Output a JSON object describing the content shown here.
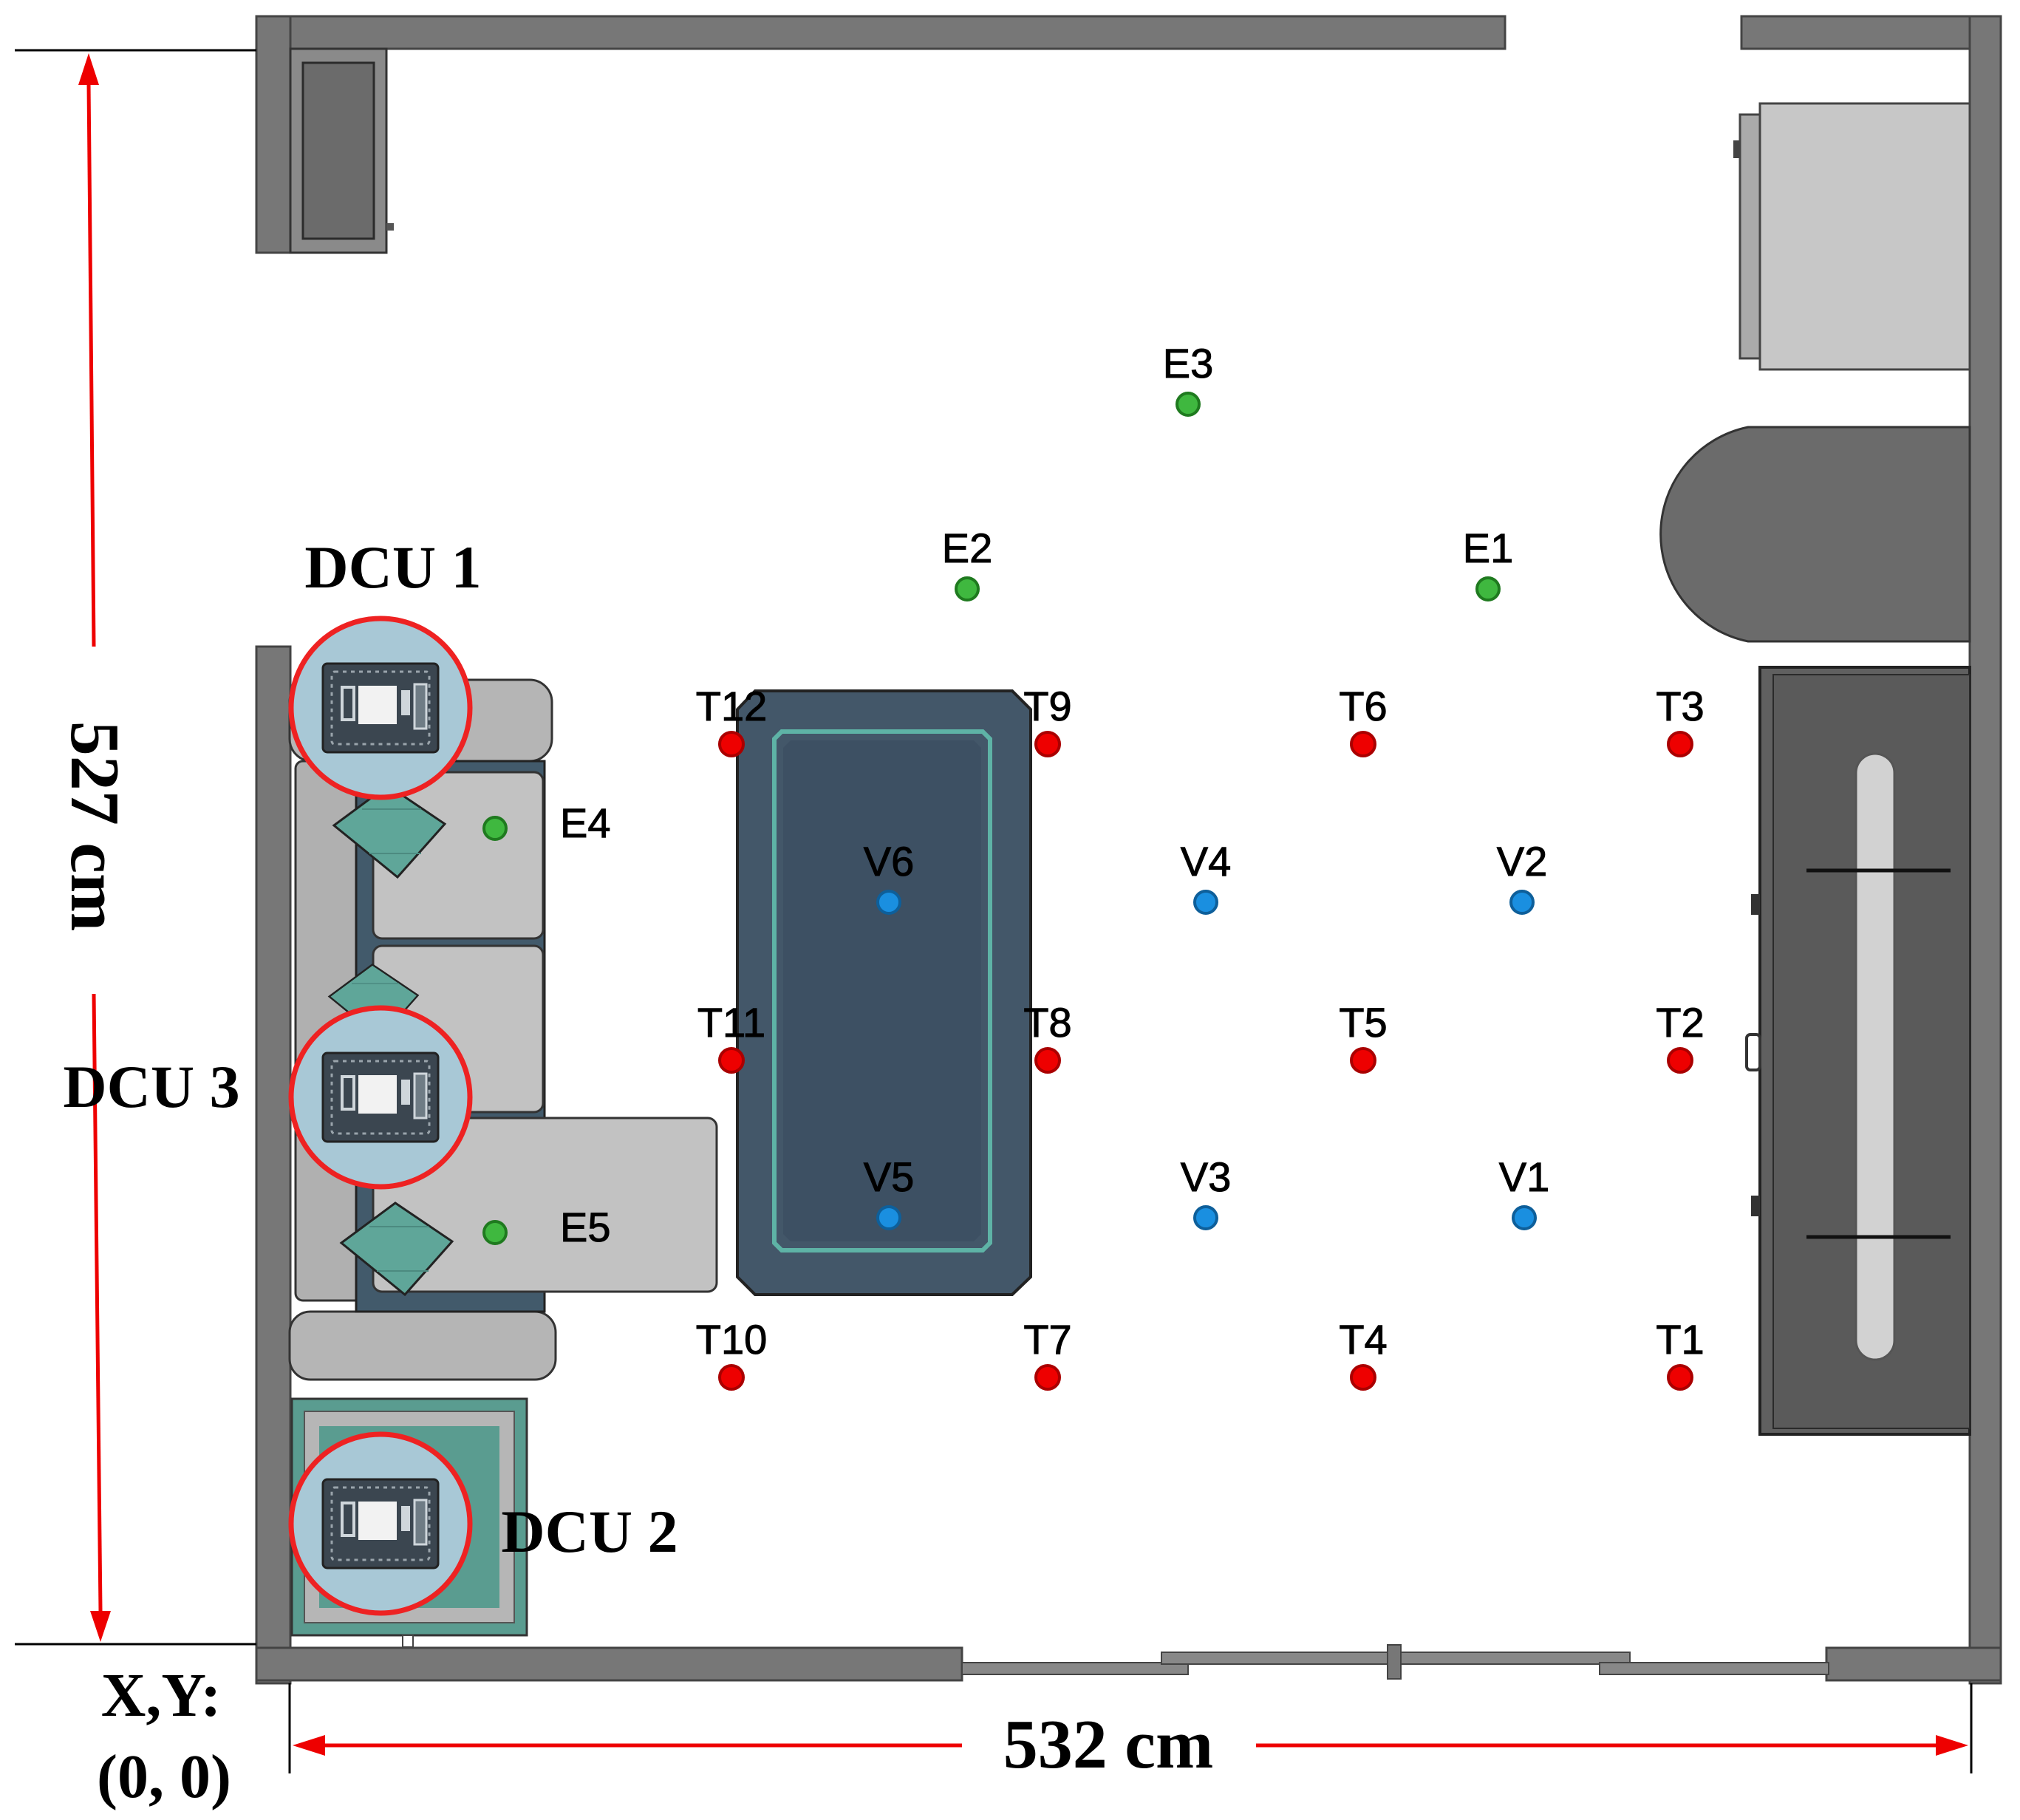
{
  "dimensions": {
    "height_label": "527 cm",
    "width_label": "532 cm",
    "origin_label_line1": "X,Y:",
    "origin_label_line2": "(0, 0)"
  },
  "dcu_labels": {
    "dcu1": "DCU 1",
    "dcu2": "DCU 2",
    "dcu3": "DCU 3"
  },
  "points": {
    "T": [
      "T1",
      "T2",
      "T3",
      "T4",
      "T5",
      "T6",
      "T7",
      "T8",
      "T9",
      "T10",
      "T11",
      "T12"
    ],
    "V": [
      "V1",
      "V2",
      "V3",
      "V4",
      "V5",
      "V6"
    ],
    "E": [
      "E1",
      "E2",
      "E3",
      "E4",
      "E5"
    ]
  },
  "colors": {
    "T": "#ee0000",
    "V": "#1a8fe0",
    "E": "#3fb83f",
    "arrow": "#ee0000",
    "wall": "#6e6e6e",
    "dcu_ring": "#ee2222"
  }
}
